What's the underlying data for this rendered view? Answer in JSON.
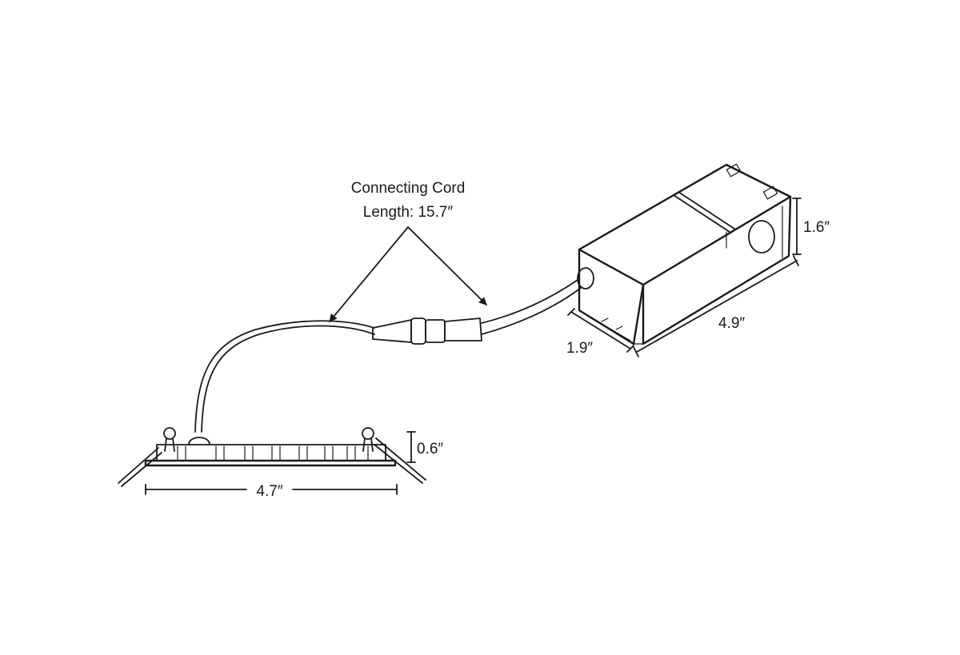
{
  "labels": {
    "cord_line1": "Connecting Cord",
    "cord_line2": "Length: 15.7″",
    "box_height": "1.6″",
    "box_length": "4.9″",
    "box_width": "1.9″",
    "light_height": "0.6″",
    "light_width": "4.7″"
  },
  "colors": {
    "line": "#1a1a1a",
    "background": "#ffffff"
  }
}
